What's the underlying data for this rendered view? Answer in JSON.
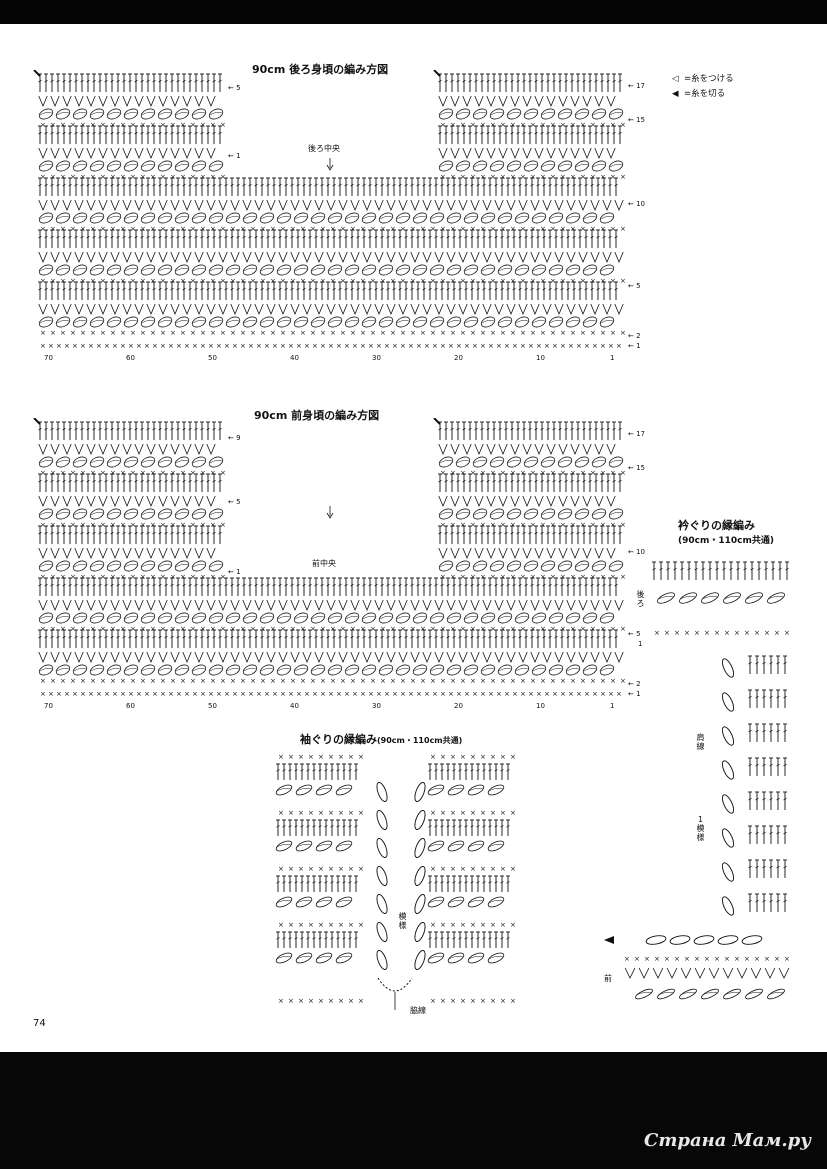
{
  "back": {
    "title": "90cm 後ろ身頃の編み方図",
    "center_label": "後ろ中央",
    "axis_labels": [
      "70",
      "60",
      "50",
      "40",
      "30",
      "20",
      "10",
      "1"
    ],
    "left_row_labels": [
      "5",
      "1"
    ],
    "right_row_labels": [
      "17",
      "15",
      "10",
      "5",
      "2",
      "1"
    ]
  },
  "front": {
    "title": "90cm 前身頃の編み方図",
    "center_label": "前中央",
    "axis_labels": [
      "70",
      "60",
      "50",
      "40",
      "30",
      "20",
      "10",
      "1"
    ],
    "left_row_labels": [
      "9",
      "5",
      "1"
    ],
    "right_row_labels": [
      "17",
      "15",
      "10",
      "5",
      "2",
      "1"
    ]
  },
  "legend": {
    "attach": "=糸をつける",
    "cut": "=糸を切る"
  },
  "neck": {
    "title": "衿ぐりの縁編み",
    "subtitle": "(90cm・110cm共通)",
    "back_label": "後ろ",
    "front_label": "前",
    "shoulder_label": "肩線",
    "pattern_label": "1模様",
    "row1": "1"
  },
  "armhole": {
    "title": "袖ぐりの縁編み",
    "subtitle": "(90cm・110cm共通)",
    "side_label": "脇線",
    "pattern_label": "模様"
  },
  "page_number": "74",
  "watermark": "Страна Мам.ру"
}
